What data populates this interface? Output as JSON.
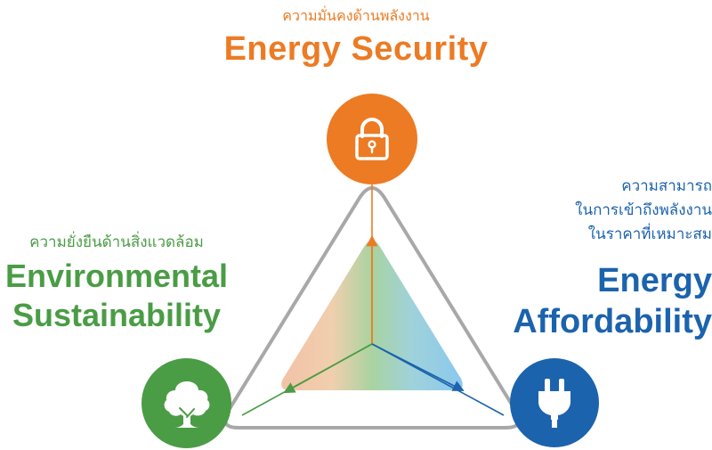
{
  "security": {
    "thai": "ความมั่นคงด้านพลังงาน",
    "title": "Energy Security",
    "color": "#ec7b24",
    "icon": "padlock-icon"
  },
  "environment": {
    "thai": "ความยั่งยืนด้านสิ่งแวดล้อม",
    "title_line1": "Environmental",
    "title_line2": "Sustainability",
    "color": "#4a9c45",
    "icon": "tree-icon"
  },
  "affordability": {
    "thai_line1": "ความสามารถ",
    "thai_line2": "ในการเข้าถึงพลังงาน",
    "thai_line3": "ในราคาที่เหมาะสม",
    "title_line1": "Energy",
    "title_line2": "Affordability",
    "color": "#1c63ad",
    "icon": "plug-icon"
  }
}
